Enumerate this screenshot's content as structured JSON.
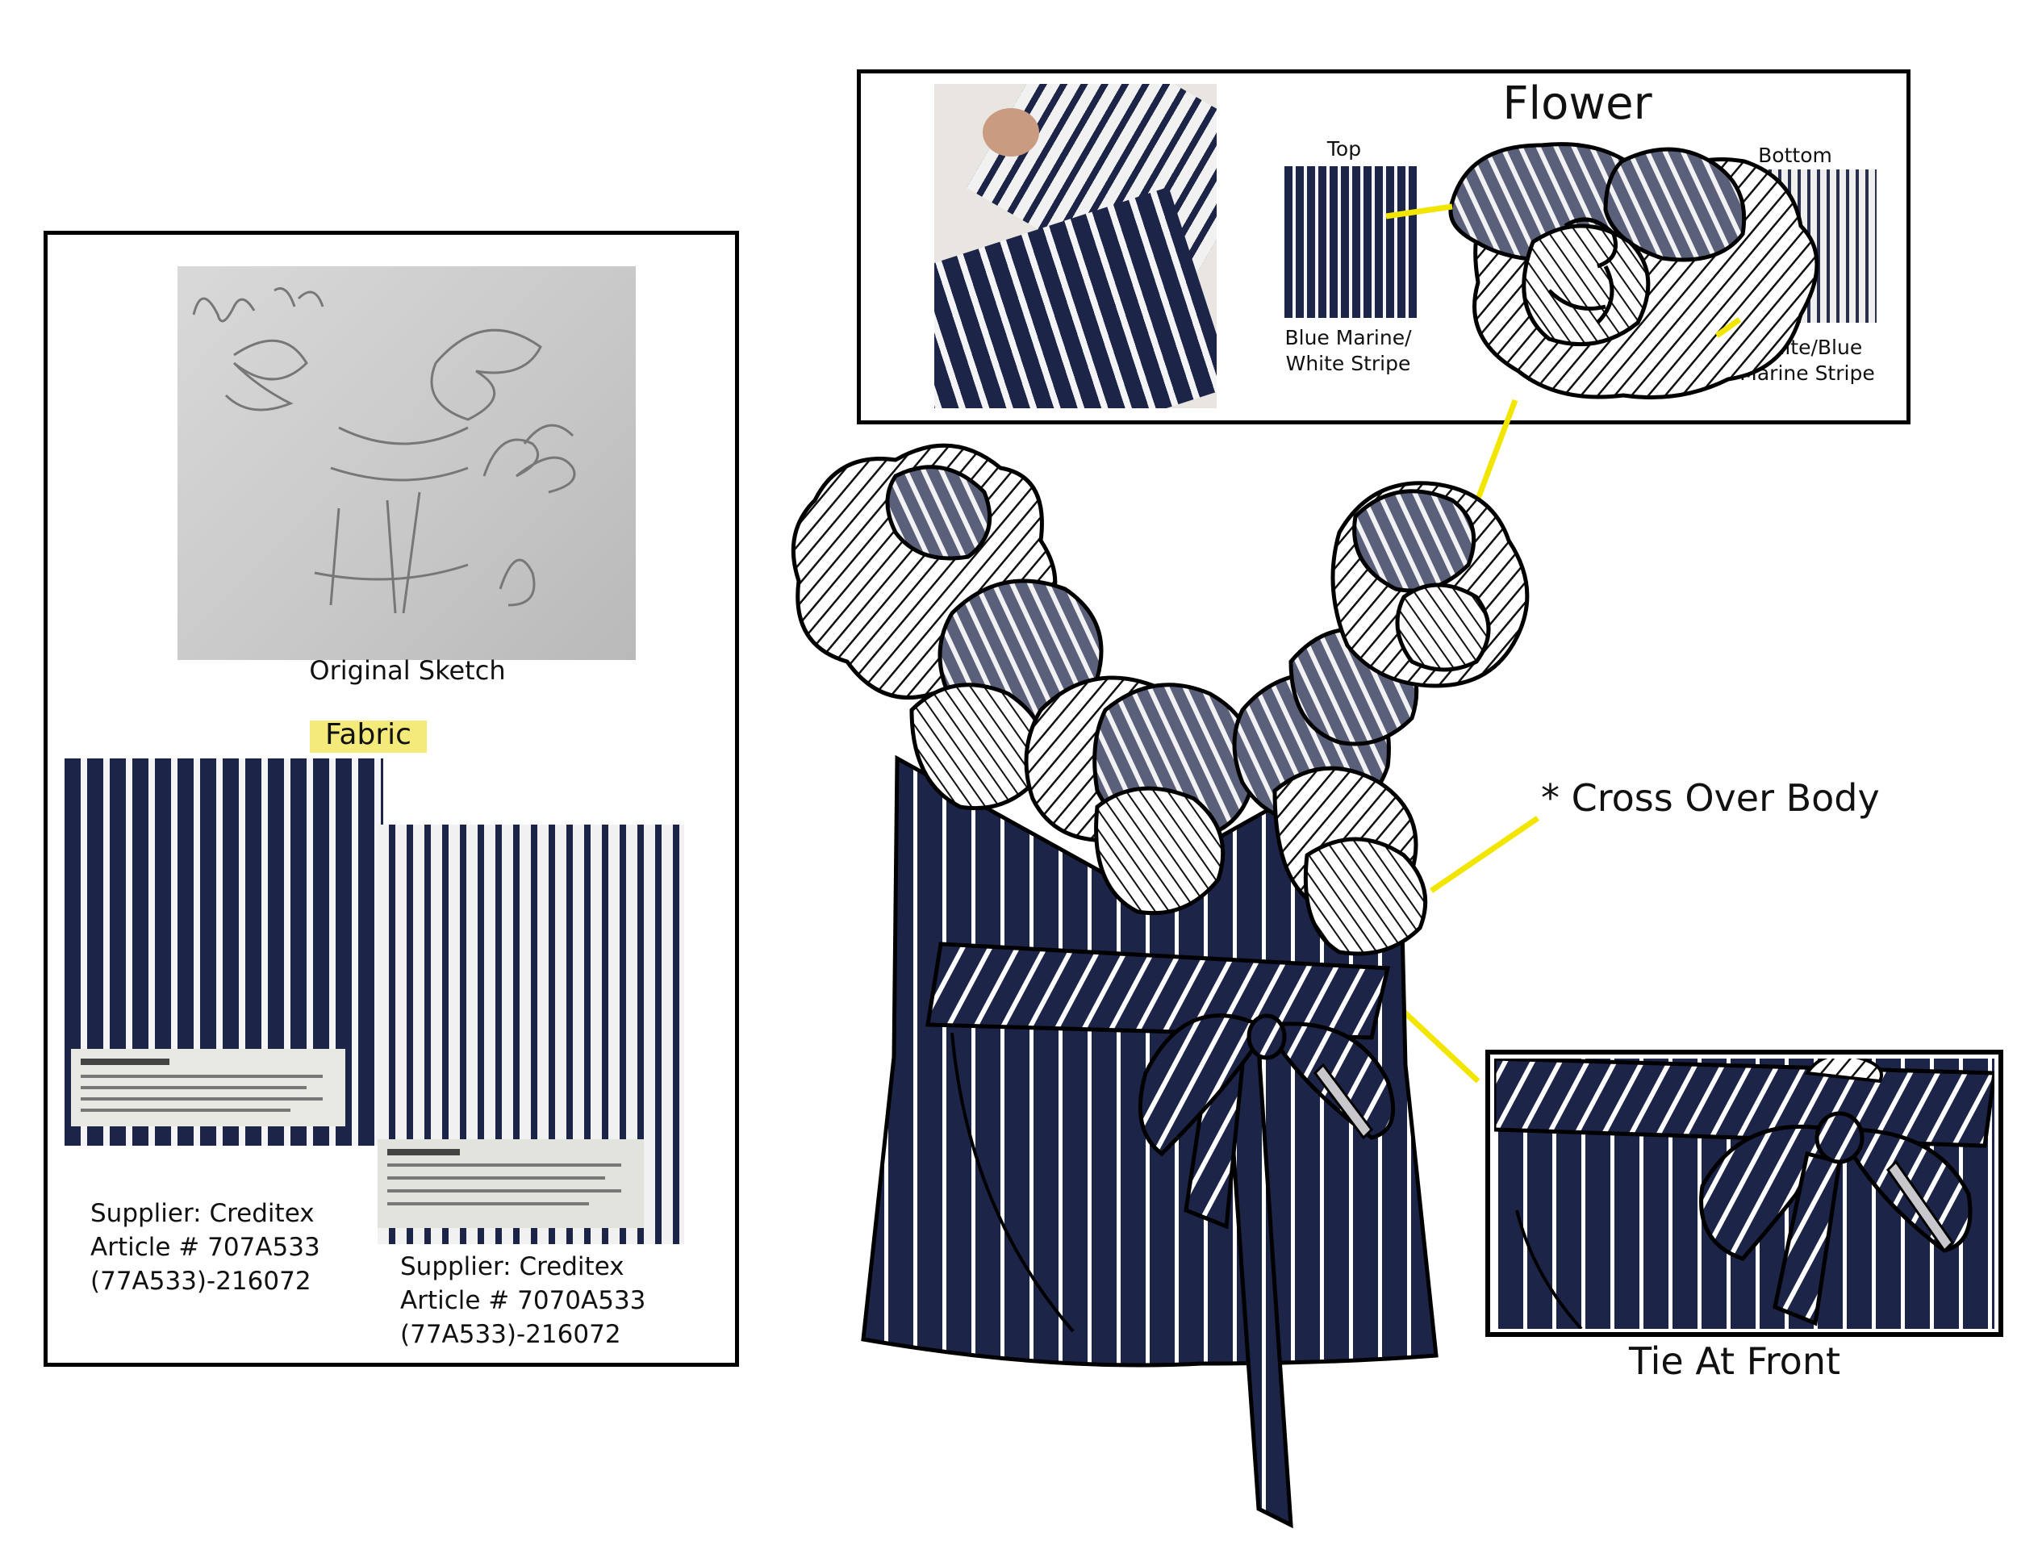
{
  "colors": {
    "navy": "#1c2448",
    "white_stripe": "#f4f4f6",
    "highlight": "#f4ea7a",
    "leader": "#f2e600"
  },
  "left_panel": {
    "sketch_caption": "Original Sketch",
    "fabric_heading": "Fabric",
    "swatch_1": {
      "supplier": "Supplier: Creditex",
      "article": "Article #  707A533",
      "code": "(77A533)-216072"
    },
    "swatch_2": {
      "supplier": "Supplier: Creditex",
      "article": "Article # 7070A533",
      "code": "(77A533)-216072"
    }
  },
  "flower_panel": {
    "title": "Flower",
    "top_label": "Top",
    "top_caption_1": "Blue Marine/",
    "top_caption_2": "White Stripe",
    "bottom_label": "Bottom",
    "bottom_caption_1": "White/Blue",
    "bottom_caption_2": "Marine Stripe"
  },
  "callouts": {
    "cross_over": "* Cross Over Body",
    "tie_front": "Tie At Front"
  }
}
